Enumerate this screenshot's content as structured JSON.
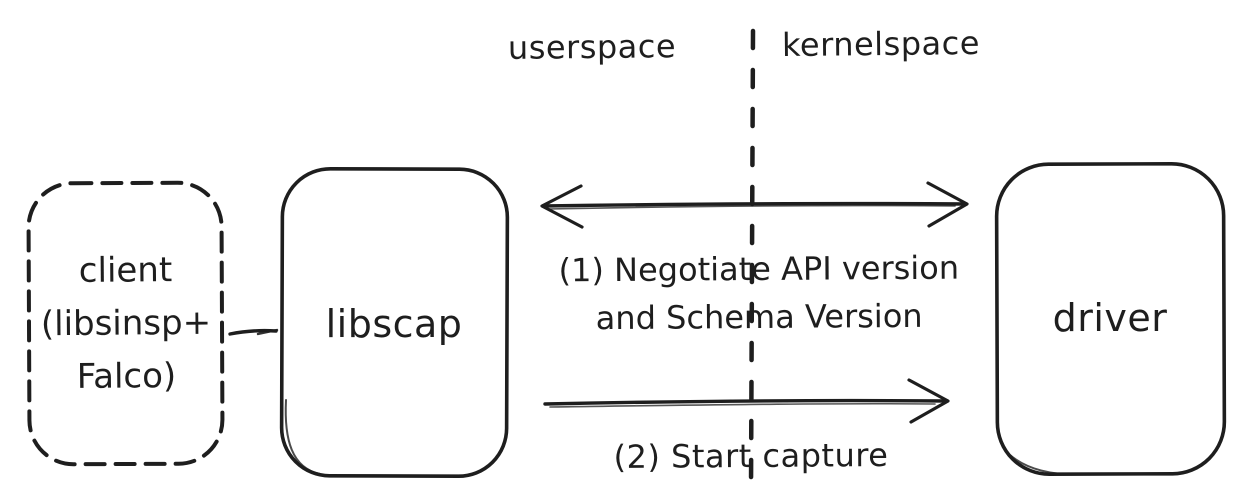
{
  "colors": {
    "stroke": "#1e1e1e",
    "background": "#ffffff"
  },
  "regions": {
    "userspace": "userspace",
    "kernelspace": "kernelspace"
  },
  "nodes": {
    "client": {
      "line1": "client",
      "line2": "(libsinsp+",
      "line3": "Falco)",
      "border": "dashed"
    },
    "libscap": {
      "label": "libscap",
      "border": "solid"
    },
    "driver": {
      "label": "driver",
      "border": "solid"
    }
  },
  "messages": {
    "negotiate": {
      "line1": "(1) Negotiate API version",
      "line2": "and Schema Version",
      "direction": "bidirectional",
      "from": "libscap",
      "to": "driver"
    },
    "start_capture": {
      "line1": "(2) Start capture",
      "direction": "left-to-right",
      "from": "libscap",
      "to": "driver"
    }
  },
  "connector": {
    "from": "client",
    "to": "libscap"
  }
}
